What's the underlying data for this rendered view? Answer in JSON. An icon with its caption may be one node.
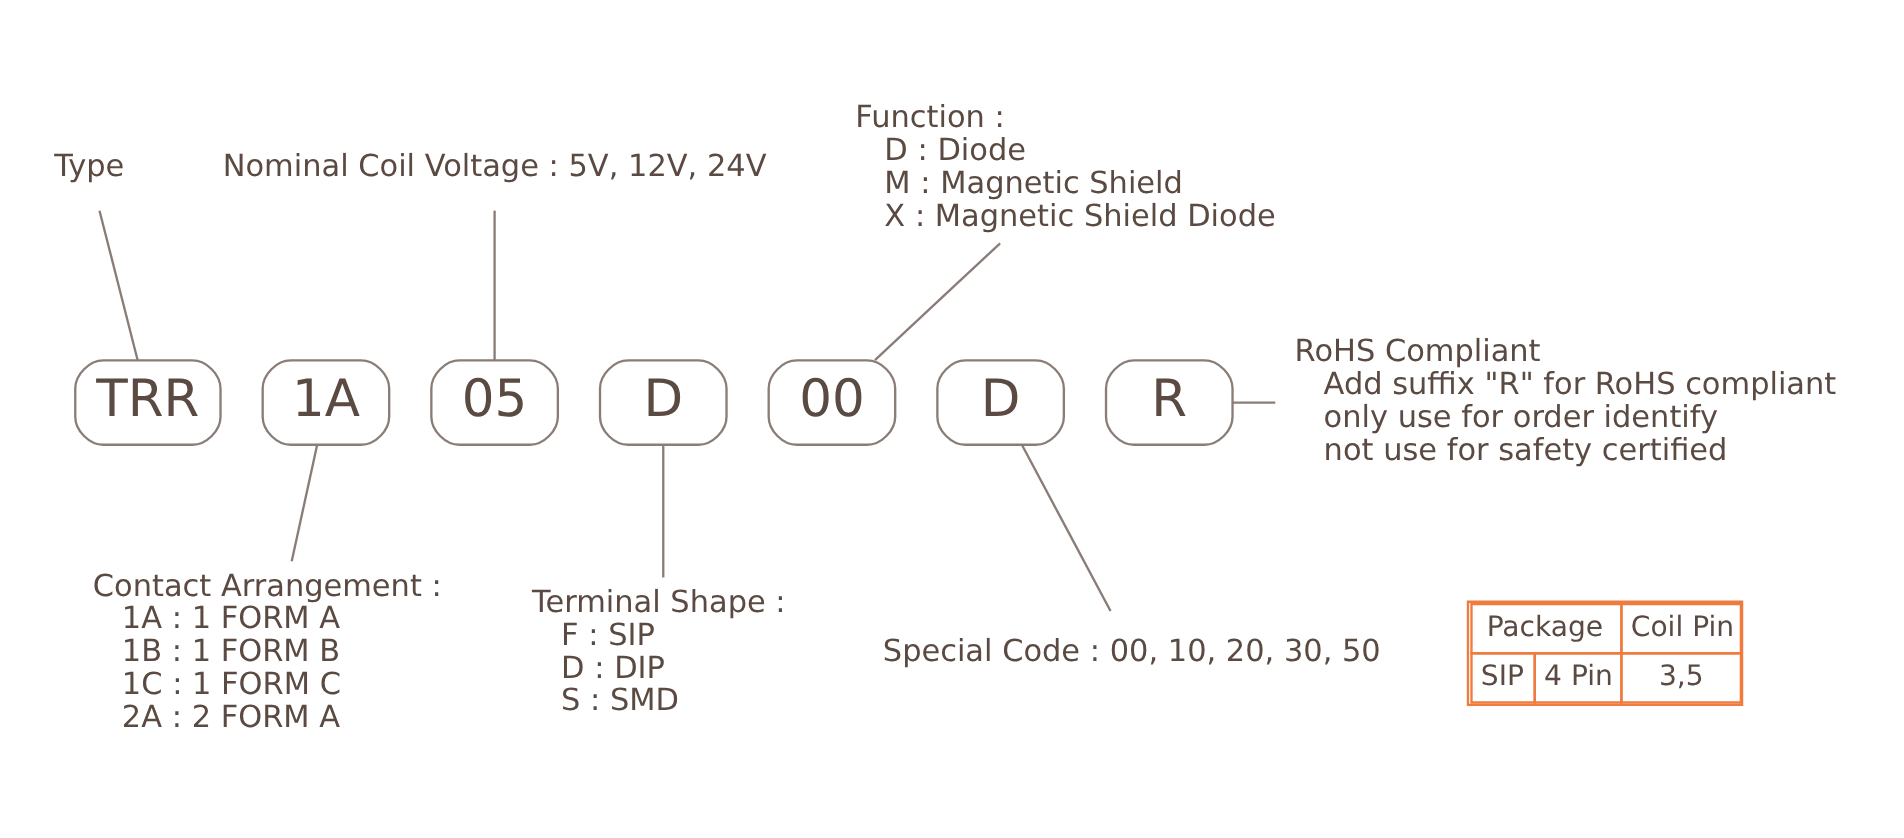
{
  "diagram": {
    "nodes": [
      {
        "text": [
          "Type"
        ]
      },
      {
        "text": [
          "Nominal Coil Voltage : 5V, 12V, 24V"
        ]
      },
      {
        "text": [
          "Function :",
          "D : Diode",
          "M : Magnetic Shield",
          "X : Magnetic Shield Diode"
        ]
      },
      {
        "text": [
          "TRR"
        ]
      },
      {
        "text": [
          "1A"
        ]
      },
      {
        "text": [
          "05"
        ]
      },
      {
        "text": [
          "D"
        ]
      },
      {
        "text": [
          "00"
        ]
      },
      {
        "text": [
          "D"
        ]
      },
      {
        "text": [
          "R"
        ]
      },
      {
        "text": [
          "RoHS Compliant",
          "Add suffix \"R\" for RoHS compliant",
          "only use for order identify",
          "not use for safety certified"
        ]
      },
      {
        "text": [
          "Contact Arrangement :",
          "1A : 1 FORM A",
          "1B : 1 FORM B",
          "1C : 1 FORM C",
          "2A : 2 FORM A"
        ]
      },
      {
        "text": [
          "Terminal Shape :",
          "F : SIP",
          "D : DIP",
          "S : SMD"
        ]
      },
      {
        "text": [
          "Special Code : 00, 10, 20, 30, 50"
        ]
      }
    ],
    "edges": [
      {
        "from": 0,
        "to": 3,
        "arrow": "none"
      },
      {
        "from": 1,
        "to": 5,
        "arrow": "none"
      },
      {
        "from": 2,
        "to": 7,
        "arrow": "none"
      },
      {
        "from": 9,
        "to": 10,
        "arrow": "none"
      },
      {
        "from": 4,
        "to": 11,
        "arrow": "none"
      },
      {
        "from": 6,
        "to": 12,
        "arrow": "none"
      },
      {
        "from": 8,
        "to": 13,
        "arrow": "none"
      }
    ],
    "labels": [
      "Package",
      "Coil Pin",
      "SIP",
      "4 Pin",
      "3,5"
    ]
  }
}
